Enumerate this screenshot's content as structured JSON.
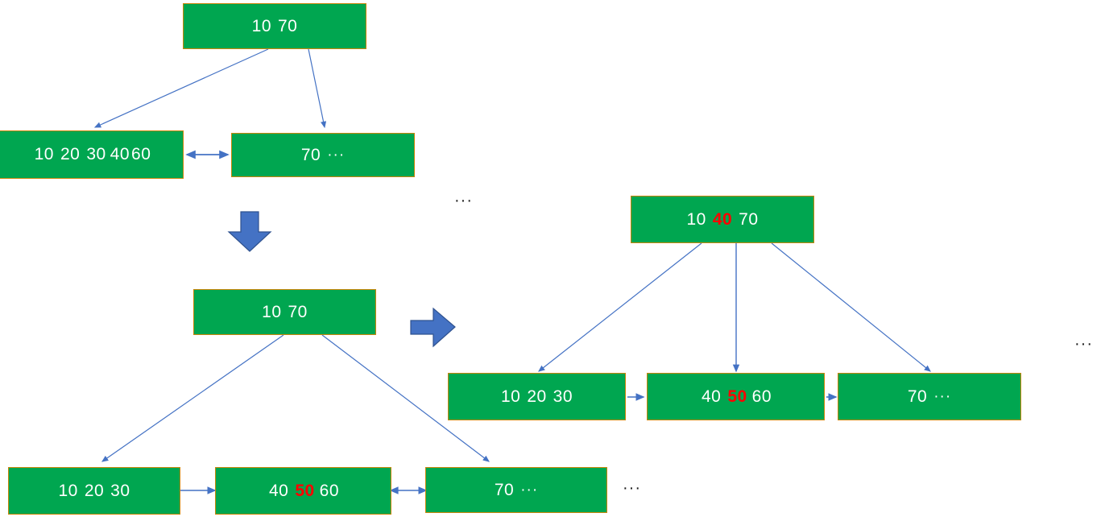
{
  "diagram": {
    "title": "B+ tree leaf node split illustration",
    "colors": {
      "node_fill": "#00A650",
      "node_border": "#C9860A",
      "node_text": "#FFFFFF",
      "highlight_text": "#FF0000",
      "connector": "#4472C4",
      "big_arrow_fill": "#4472C4",
      "big_arrow_border": "#2F528F",
      "background": "#FFFFFF"
    },
    "stages": [
      {
        "id": "before",
        "name": "before-split-tree",
        "nodes": [
          {
            "id": "before-root",
            "role": "internal-root",
            "keys": [
              {
                "text": "10",
                "highlight": false
              },
              {
                "text": "70",
                "highlight": false
              }
            ]
          },
          {
            "id": "before-leaf-1",
            "role": "leaf",
            "keys": [
              {
                "text": "10",
                "highlight": false
              },
              {
                "text": "20",
                "highlight": false
              },
              {
                "text": "30",
                "highlight": false
              },
              {
                "text": "40",
                "highlight": false
              },
              {
                "text": "60",
                "highlight": false
              }
            ]
          },
          {
            "id": "before-leaf-2",
            "role": "leaf",
            "keys": [
              {
                "text": "70",
                "highlight": false
              },
              {
                "text": "···",
                "highlight": false,
                "dots": true
              }
            ]
          }
        ]
      },
      {
        "id": "overflow",
        "name": "overflow-tree",
        "nodes": [
          {
            "id": "mid-root",
            "role": "internal-root",
            "keys": [
              {
                "text": "10",
                "highlight": false
              },
              {
                "text": "70",
                "highlight": false
              }
            ]
          },
          {
            "id": "mid-leaf-1",
            "role": "leaf",
            "keys": [
              {
                "text": "10",
                "highlight": false
              },
              {
                "text": "20",
                "highlight": false
              },
              {
                "text": "30",
                "highlight": false
              }
            ]
          },
          {
            "id": "mid-leaf-2",
            "role": "leaf",
            "keys": [
              {
                "text": "40",
                "highlight": false
              },
              {
                "text": "50",
                "highlight": true
              },
              {
                "text": "60",
                "highlight": false
              }
            ]
          },
          {
            "id": "mid-leaf-3",
            "role": "leaf",
            "keys": [
              {
                "text": "70",
                "highlight": false
              },
              {
                "text": "···",
                "highlight": false,
                "dots": true
              }
            ]
          }
        ]
      },
      {
        "id": "after",
        "name": "after-split-tree",
        "nodes": [
          {
            "id": "after-root",
            "role": "internal-root",
            "keys": [
              {
                "text": "10",
                "highlight": false
              },
              {
                "text": "40",
                "highlight": true
              },
              {
                "text": "70",
                "highlight": false
              }
            ]
          },
          {
            "id": "after-leaf-1",
            "role": "leaf",
            "keys": [
              {
                "text": "10",
                "highlight": false
              },
              {
                "text": "20",
                "highlight": false
              },
              {
                "text": "30",
                "highlight": false
              }
            ]
          },
          {
            "id": "after-leaf-2",
            "role": "leaf",
            "keys": [
              {
                "text": "40",
                "highlight": false
              },
              {
                "text": "50",
                "highlight": true
              },
              {
                "text": "60",
                "highlight": false
              }
            ]
          },
          {
            "id": "after-leaf-3",
            "role": "leaf",
            "keys": [
              {
                "text": "70",
                "highlight": false
              },
              {
                "text": "···",
                "highlight": false,
                "dots": true
              }
            ]
          }
        ]
      }
    ],
    "ellipses": [
      {
        "id": "ellipsis-center-top",
        "text": "···"
      },
      {
        "id": "ellipsis-right-mid",
        "text": "···"
      },
      {
        "id": "ellipsis-bottom-left",
        "text": "···"
      }
    ],
    "flow_arrows": [
      {
        "id": "flow-down-arrow",
        "direction": "down"
      },
      {
        "id": "flow-right-arrow",
        "direction": "right"
      }
    ]
  },
  "labels": {
    "before_root_keys": "10  70",
    "before_leaf1_keys": "10  20  30 40 60",
    "before_leaf2_keys": "70  ···",
    "mid_root_keys": "10  70",
    "mid_leaf1_keys": "10  20  30",
    "mid_leaf2_keys": "40  50 60",
    "mid_leaf3_keys": "70  ···",
    "after_root_keys": "10  40  70",
    "after_leaf1_keys": "10  20  30",
    "after_leaf2_keys": "40  50 60",
    "after_leaf3_keys": "70  ···",
    "ellipsis": "···"
  }
}
